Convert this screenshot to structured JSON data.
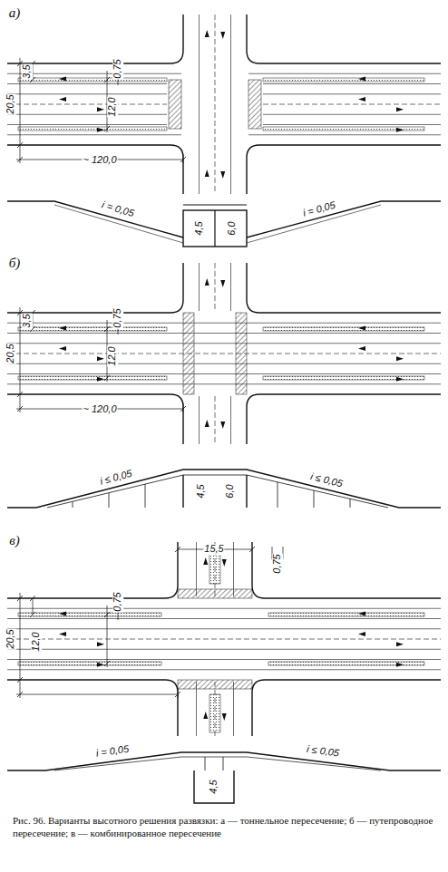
{
  "diagram": {
    "caption": "Рис. 96. Варианты высотного решения развязки: а — тоннельное пересечение; б — путепроводное пересечение; в — комбинированное пересечение",
    "labels": [
      "а)",
      "3,5",
      "0,75",
      "20,5",
      "12,0",
      "~ 120,0",
      "i = 0,05",
      "4,5",
      "6,0",
      "i = 0,05",
      "б)",
      "3,5",
      "0,75",
      "20,5",
      "12,0",
      "~ 120,0",
      "i ≤ 0,05",
      "i ≤ 0,05",
      "4,5",
      "6,0",
      "в)",
      "15,5",
      "0,75",
      "0,75",
      "20,5",
      "12,0",
      "i = 0,05",
      "i ≤ 0,05",
      "4,5"
    ]
  }
}
